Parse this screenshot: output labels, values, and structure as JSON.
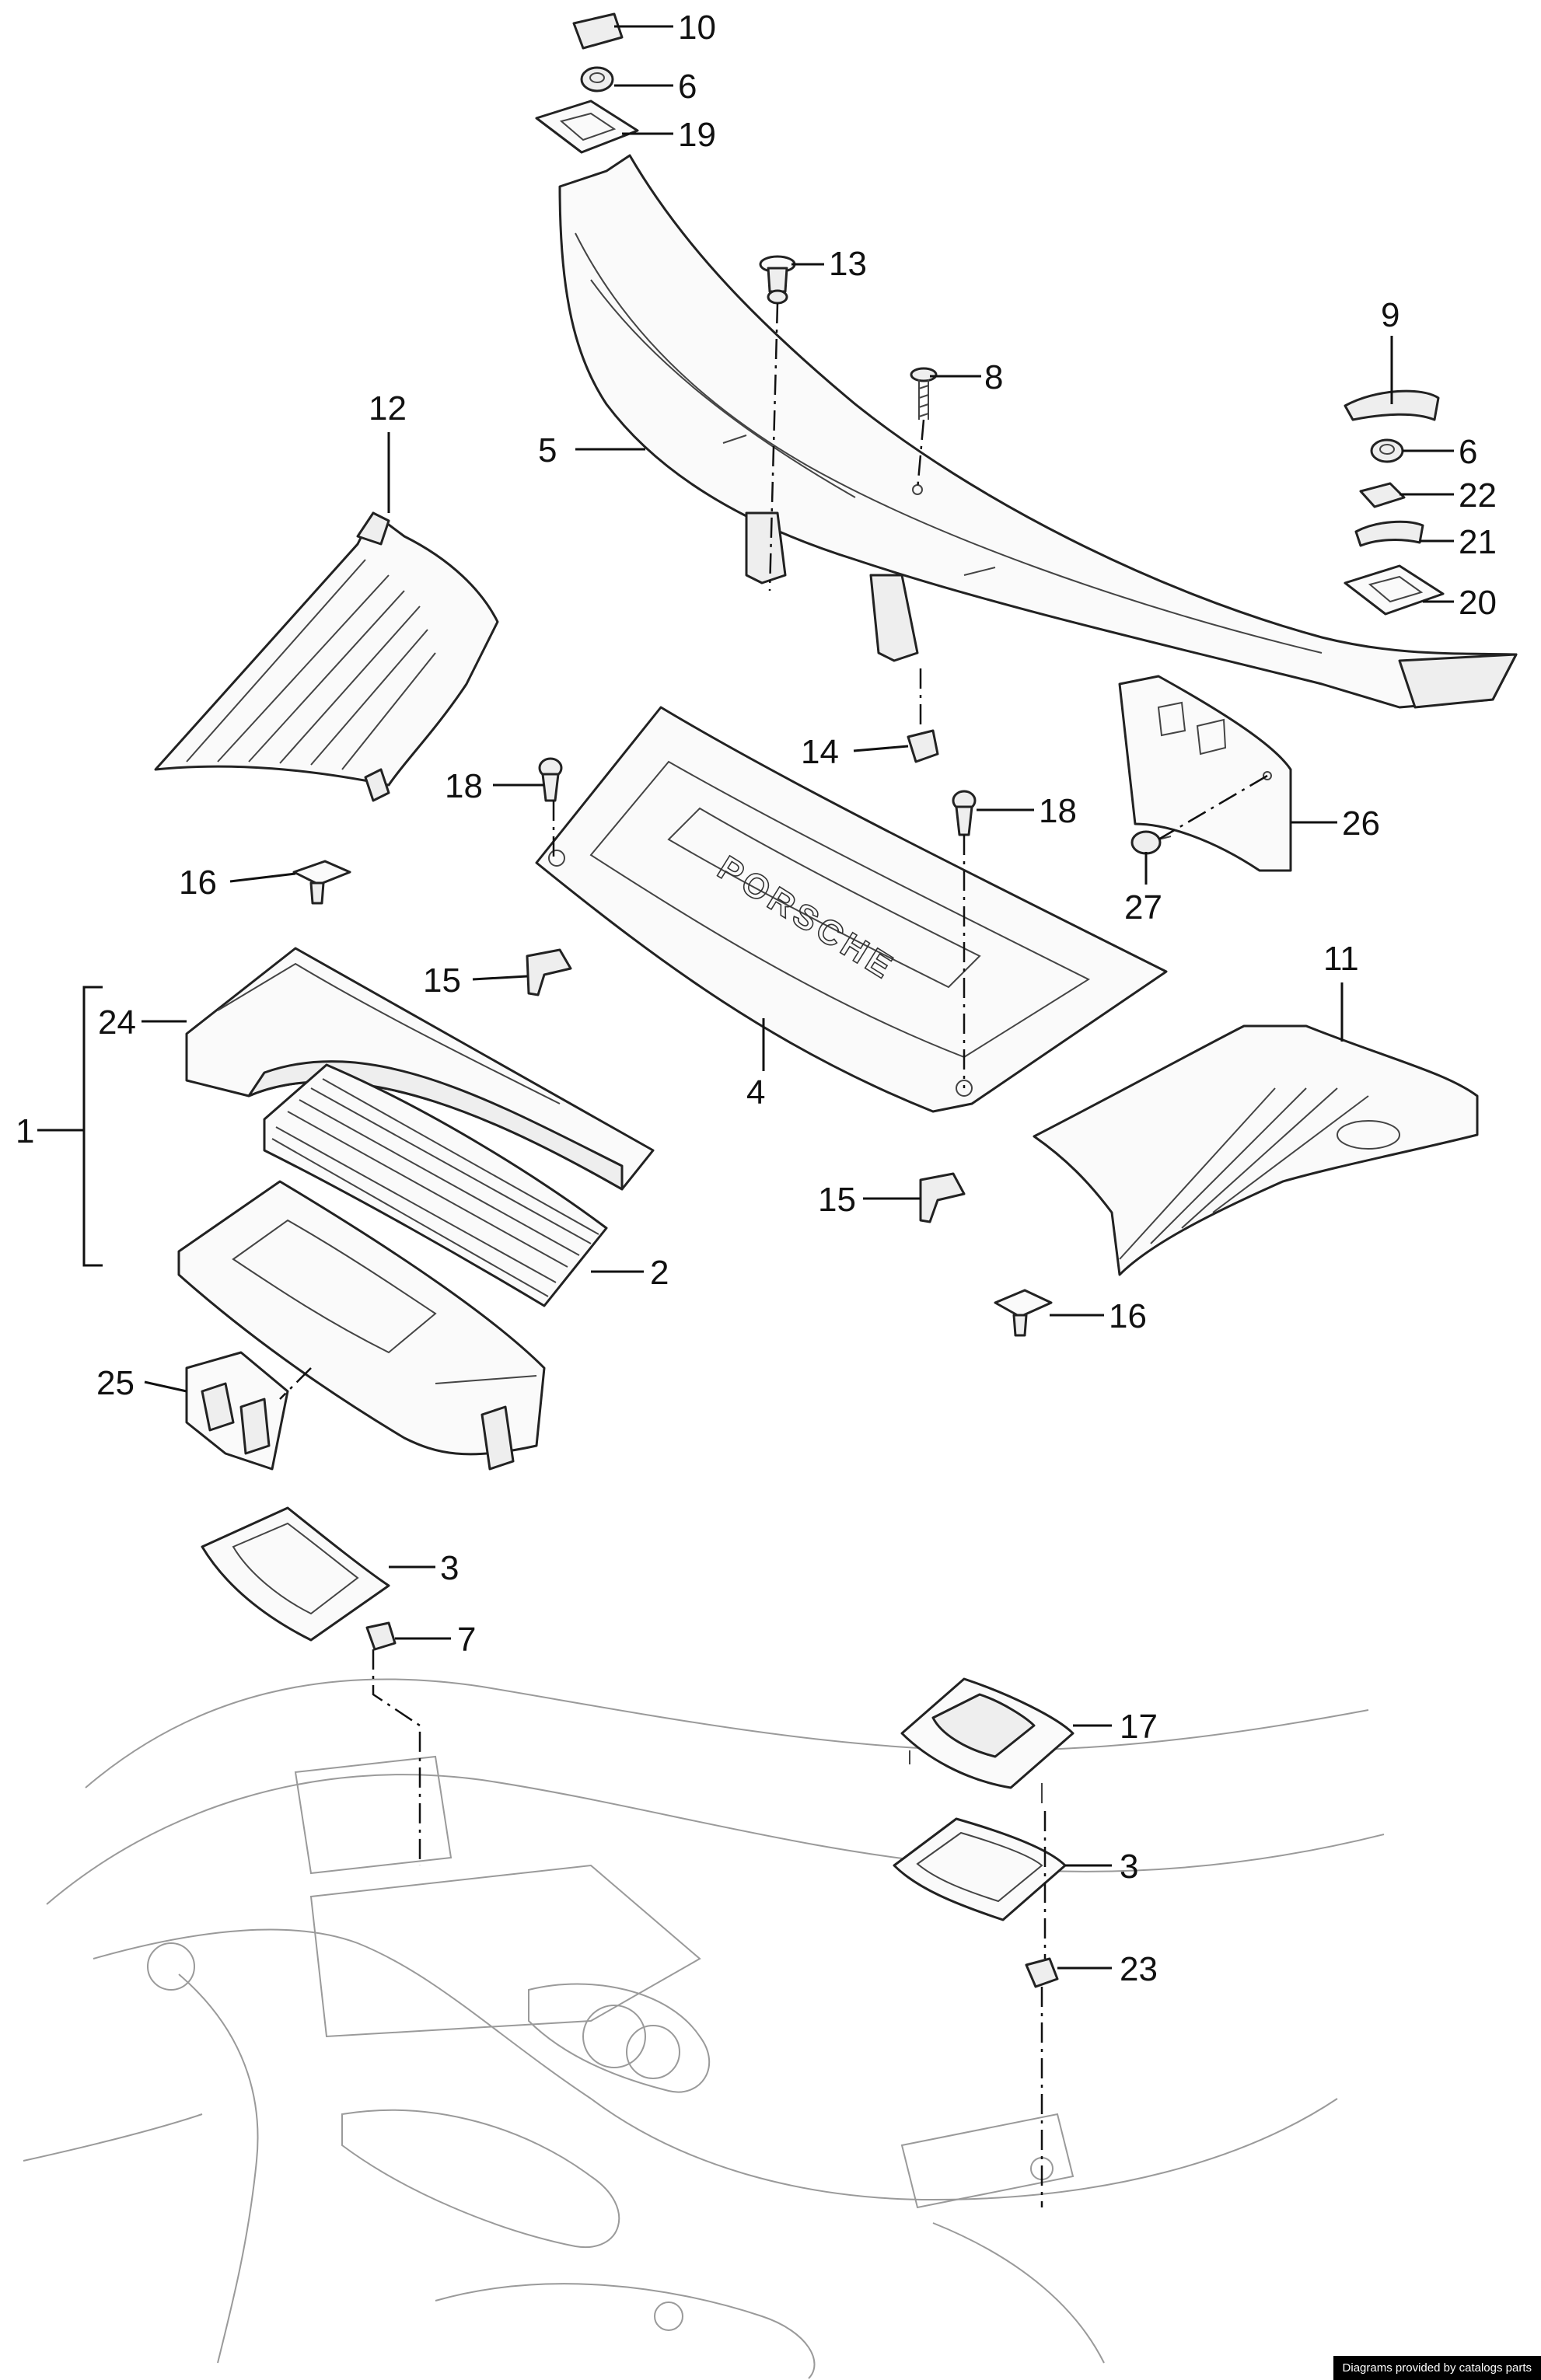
{
  "diagram": {
    "callouts": [
      "10",
      "6",
      "19",
      "13",
      "8",
      "9",
      "6",
      "22",
      "21",
      "20",
      "5",
      "12",
      "14",
      "18",
      "18",
      "26",
      "27",
      "16",
      "15",
      "11",
      "24",
      "4",
      "1",
      "15",
      "2",
      "16",
      "25",
      "3",
      "7",
      "17",
      "3",
      "23"
    ],
    "brand_text": "PORSCHE",
    "credit": "Diagrams provided by catalogs parts"
  }
}
